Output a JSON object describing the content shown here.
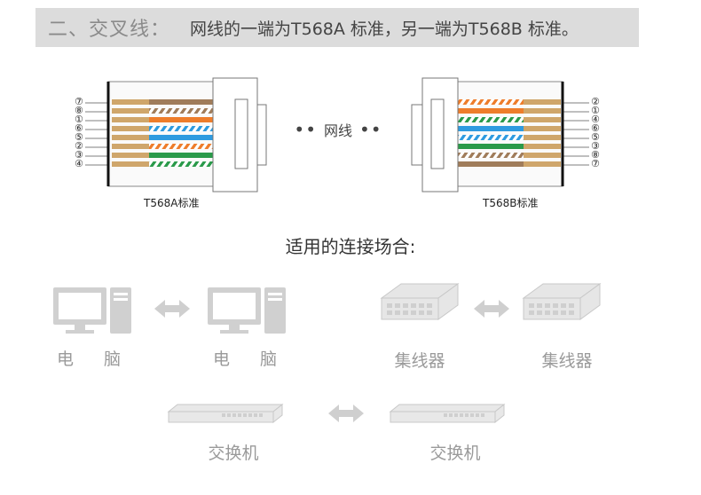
{
  "banner": {
    "prefix": "二、交叉线：",
    "text": "网线的一端为T568A 标准，另一端为T568B 标准。"
  },
  "left_connector": {
    "label": "T568A标准",
    "pins": [
      "⑦",
      "⑧",
      "①",
      "⑥",
      "⑤",
      "②",
      "③",
      "④"
    ]
  },
  "right_connector": {
    "label": "T568B标准",
    "pins": [
      "②",
      "①",
      "④",
      "⑥",
      "⑤",
      "③",
      "⑧",
      "⑦"
    ]
  },
  "cable_label": "网线",
  "uses_title": "适用的连接场合:",
  "devices": {
    "pc_left": "电 脑",
    "pc_right": "电 脑",
    "hub_left": "集线器",
    "hub_right": "集线器",
    "switch_left": "交换机",
    "switch_right": "交换机"
  },
  "colors": {
    "brown": "#a07c5a",
    "orange": "#ee7d2b",
    "blue": "#2e9be0",
    "green": "#2a9a4a",
    "gold": "#cfa66b",
    "icon_gray": "#bdbdbd"
  }
}
